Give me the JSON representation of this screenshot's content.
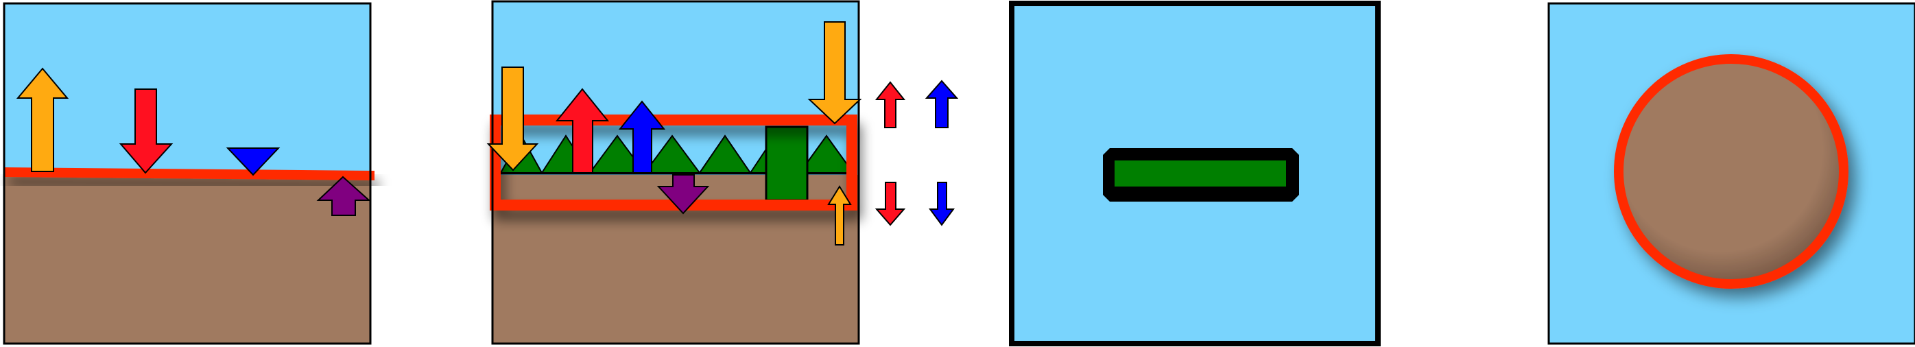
{
  "colors": {
    "sky": "#79d4fd",
    "ground": "#a07a60",
    "boundary": "#ff2a00",
    "grass": "#007f00",
    "arrow_orange": "#ffaa11",
    "arrow_red": "#ff1020",
    "arrow_blue": "#0000ff",
    "arrow_purple": "#800080",
    "outline": "#000000"
  },
  "panels": [
    {
      "name": "sloped-ground-panel",
      "description_icons": [
        "orange-up-arrow",
        "red-down-arrow",
        "blue-triangle-marker",
        "purple-up-arrow"
      ]
    },
    {
      "name": "grass-strip-panel",
      "description_icons": [
        "orange-down-arrow",
        "red-up-arrow",
        "blue-up-arrow",
        "purple-down-arrow",
        "orange-down-arrow-right",
        "orange-up-arrow-small",
        "green-block"
      ]
    },
    {
      "name": "green-bar-panel",
      "description_icons": [
        "green-bar"
      ]
    },
    {
      "name": "circle-pit-panel",
      "description_icons": [
        "brown-circle"
      ]
    }
  ],
  "legend": {
    "icons": [
      "red-up-arrow",
      "blue-up-arrow",
      "red-down-arrow",
      "blue-down-arrow"
    ]
  }
}
